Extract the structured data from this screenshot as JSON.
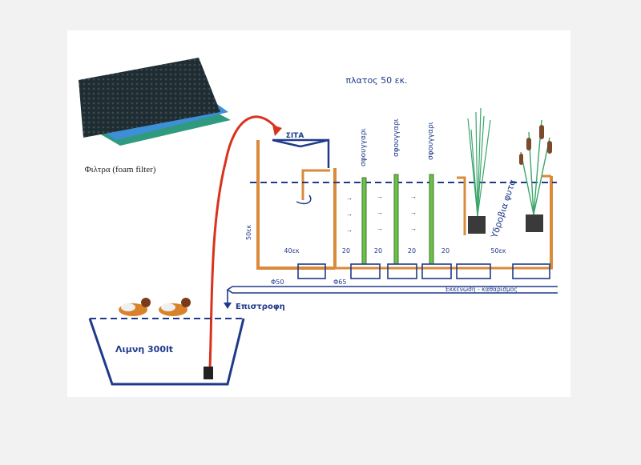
{
  "photo": {
    "caption": "Φιλτρα (foam filter)",
    "colors": {
      "black": "#1f2d33",
      "blue": "#3d8fd8",
      "teal": "#2f9a7e"
    }
  },
  "labels": {
    "width_note": "πλατος 50 εκ.",
    "sieve": "ΣΙΤΑ",
    "sponge_1": "σφουγγαρι",
    "sponge_2": "σφουγγαρι",
    "sponge_3": "σφουγγαρι",
    "height": "50εκ",
    "dim_first": "40εκ",
    "dim_a": "20",
    "dim_b": "20",
    "dim_c": "20",
    "dim_d": "20",
    "dim_last": "50εκ",
    "plants": "Υδροβια φυτα",
    "pipe_50": "Φ50",
    "pipe_65": "Φ65",
    "drain": "Εκκενωση - καθαρισμος",
    "return": "Επιστροφη",
    "pond": "Λιμνη 300lt"
  },
  "colors": {
    "ink_blue": "#1f3a8a",
    "tank_orange": "#d98a3a",
    "sponge_green": "#6cc04a",
    "pipe_red": "#d9321e",
    "water_dash": "#1f3a8a",
    "plant_green": "#3aa56a"
  }
}
